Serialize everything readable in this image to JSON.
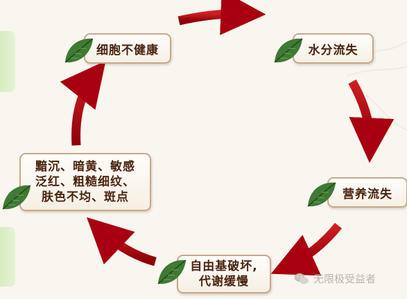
{
  "nodes": {
    "top_left": [
      "细胞不健康"
    ],
    "top_right": [
      "水分流失"
    ],
    "right": [
      "营养流失"
    ],
    "bottom": [
      "自由基破坏,",
      "代谢缓慢"
    ],
    "left": [
      "黯沉、暗黄、敏感",
      "泛红、粗糙细纹、",
      "肤色不均、斑点"
    ]
  },
  "watermark": {
    "text": "无限极受益者",
    "icon": "wechat-icon"
  },
  "colors": {
    "arrow": "#b0000f",
    "node_border": "#c6a88a",
    "node_text": "#4a2410",
    "leaf": "#3f7a34"
  }
}
